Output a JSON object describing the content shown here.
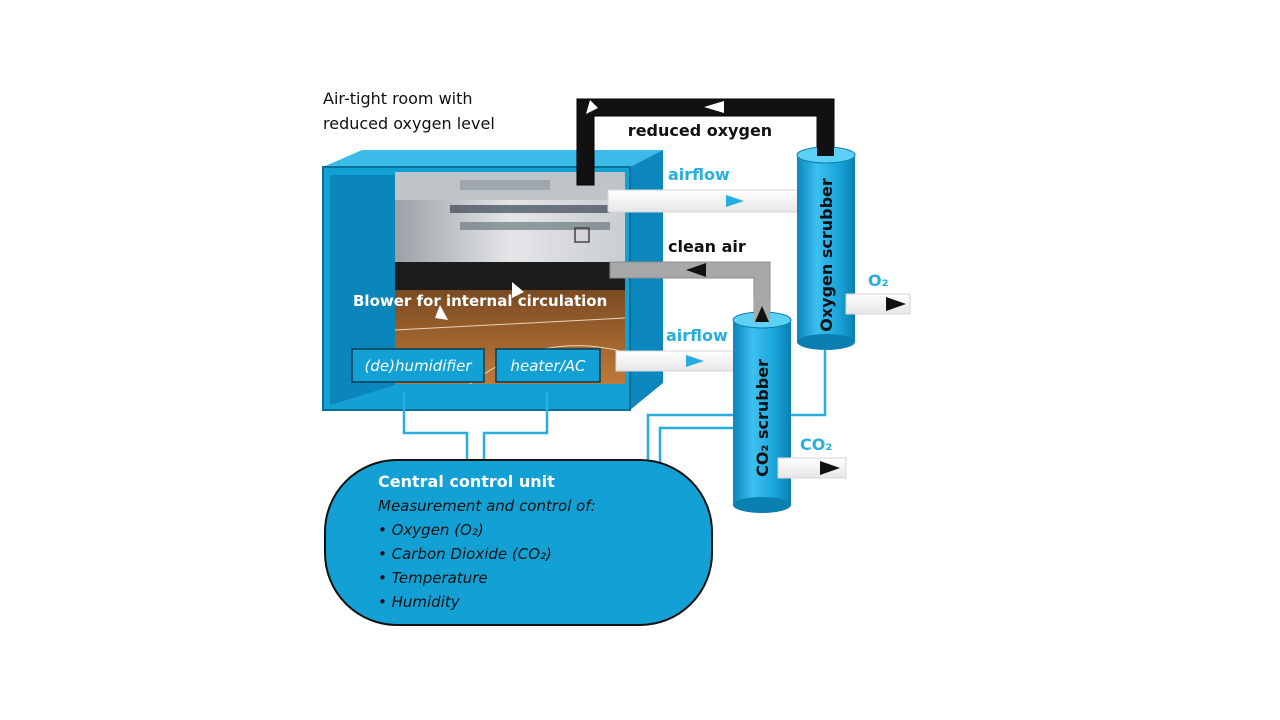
{
  "room": {
    "caption_line1": "Air-tight room with",
    "caption_line2": "reduced oxygen level",
    "blower_label": "Blower for internal circulation",
    "humidifier_label": "(de)humidifier",
    "heater_label": "heater/AC"
  },
  "flows": {
    "reduced_oxygen": "reduced oxygen",
    "airflow_top": "airflow",
    "clean_air": "clean air",
    "airflow_bottom": "airflow"
  },
  "scrubbers": {
    "oxygen_label": "Oxygen scrubber",
    "co2_label": "CO₂ scrubber",
    "o2_output": "O₂",
    "co2_output": "CO₂"
  },
  "control_unit": {
    "title": "Central control unit",
    "subtitle": "Measurement and control of:",
    "items": [
      "• Oxygen (O₂)",
      "• Carbon Dioxide (CO₂)",
      "• Temperature",
      "• Humidity"
    ]
  },
  "colors": {
    "blue": "#13a0d4",
    "blue_dark": "#0a7fb0",
    "line_blue": "#26aee0",
    "black": "#111111",
    "gray": "#a8a8a8"
  }
}
